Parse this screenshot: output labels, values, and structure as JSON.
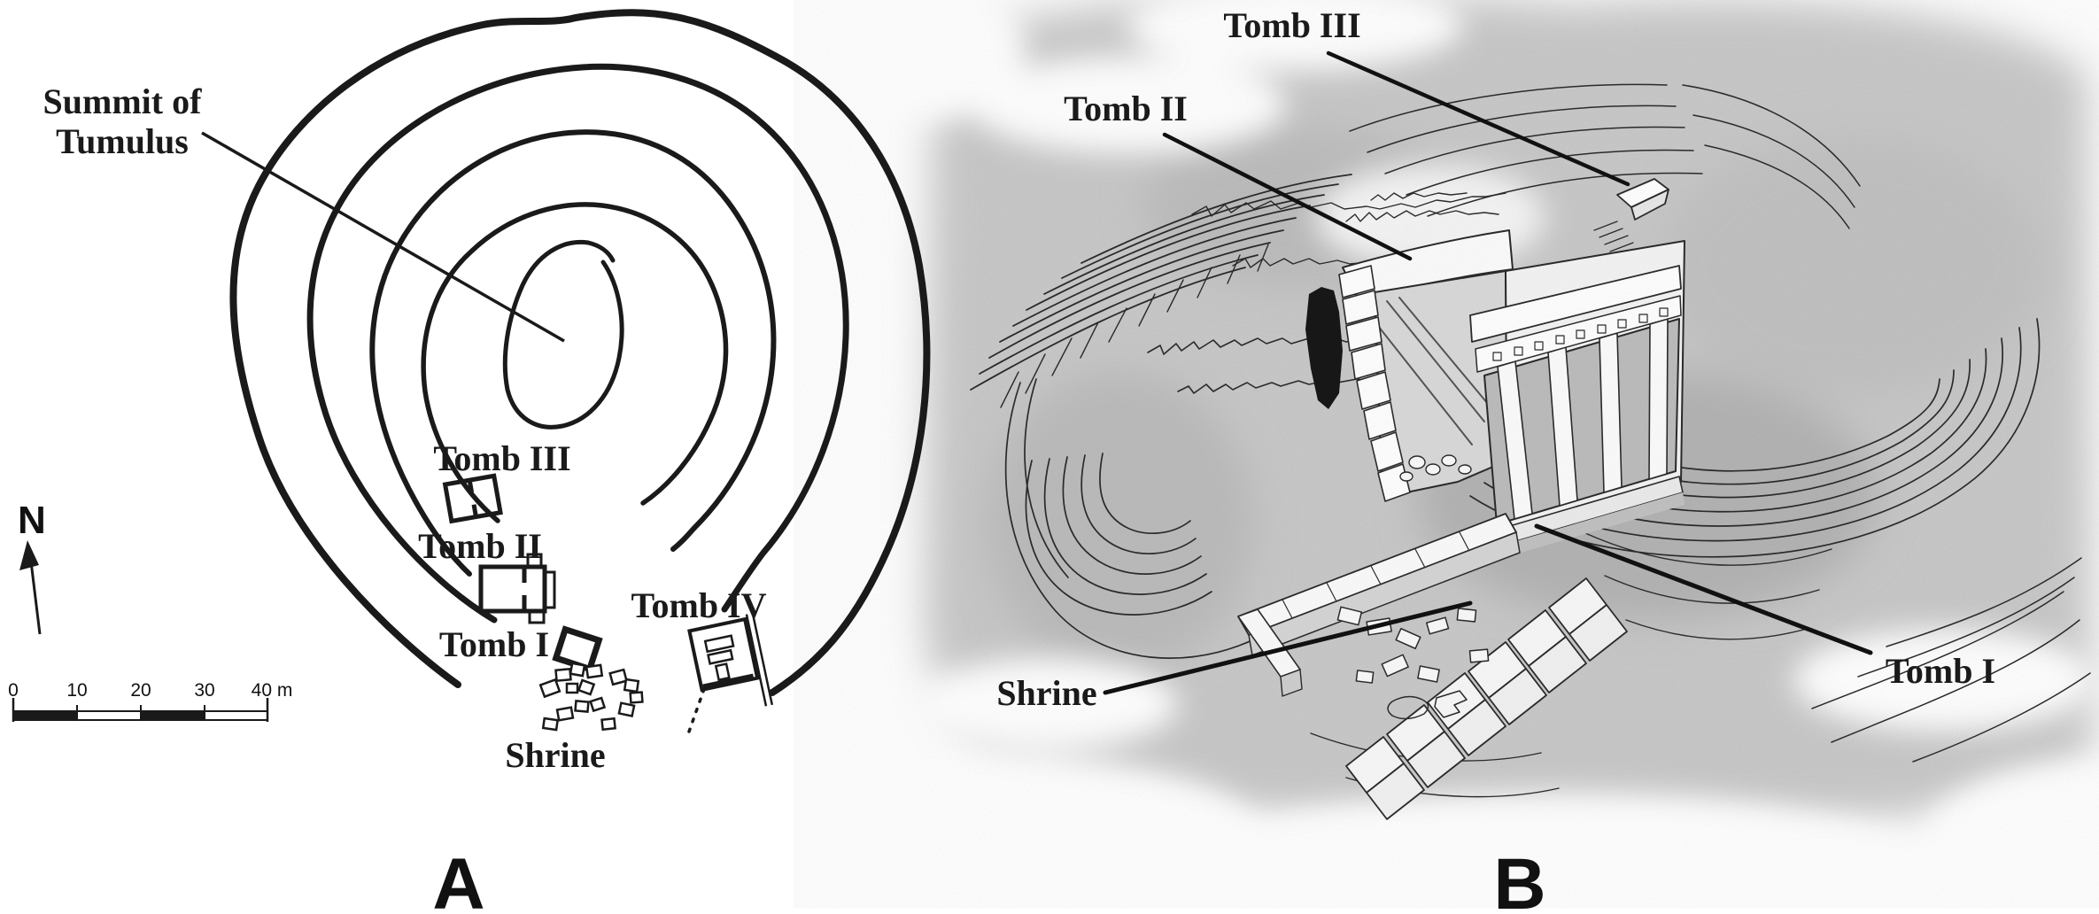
{
  "panels": {
    "a": {
      "letter": "A",
      "labels": {
        "summit_line1": "Summit of",
        "summit_line2": "Tumulus",
        "tomb_iii": "Tomb III",
        "tomb_ii": "Tomb II",
        "tomb_i": "Tomb I",
        "tomb_iv": "Tomb IV",
        "shrine": "Shrine",
        "north": "N"
      },
      "scale_bar": {
        "tick_0": "0",
        "tick_10": "10",
        "tick_20": "20",
        "tick_30": "30",
        "tick_40": "40 m"
      }
    },
    "b": {
      "letter": "B",
      "labels": {
        "tomb_iii": "Tomb III",
        "tomb_ii": "Tomb II",
        "tomb_i": "Tomb I",
        "shrine": "Shrine"
      }
    }
  },
  "colors": {
    "ink": "#1a1a1a",
    "line_art": "#2b2b2b",
    "terrain_gray": "#c9c9c9",
    "paper": "#ffffff"
  }
}
